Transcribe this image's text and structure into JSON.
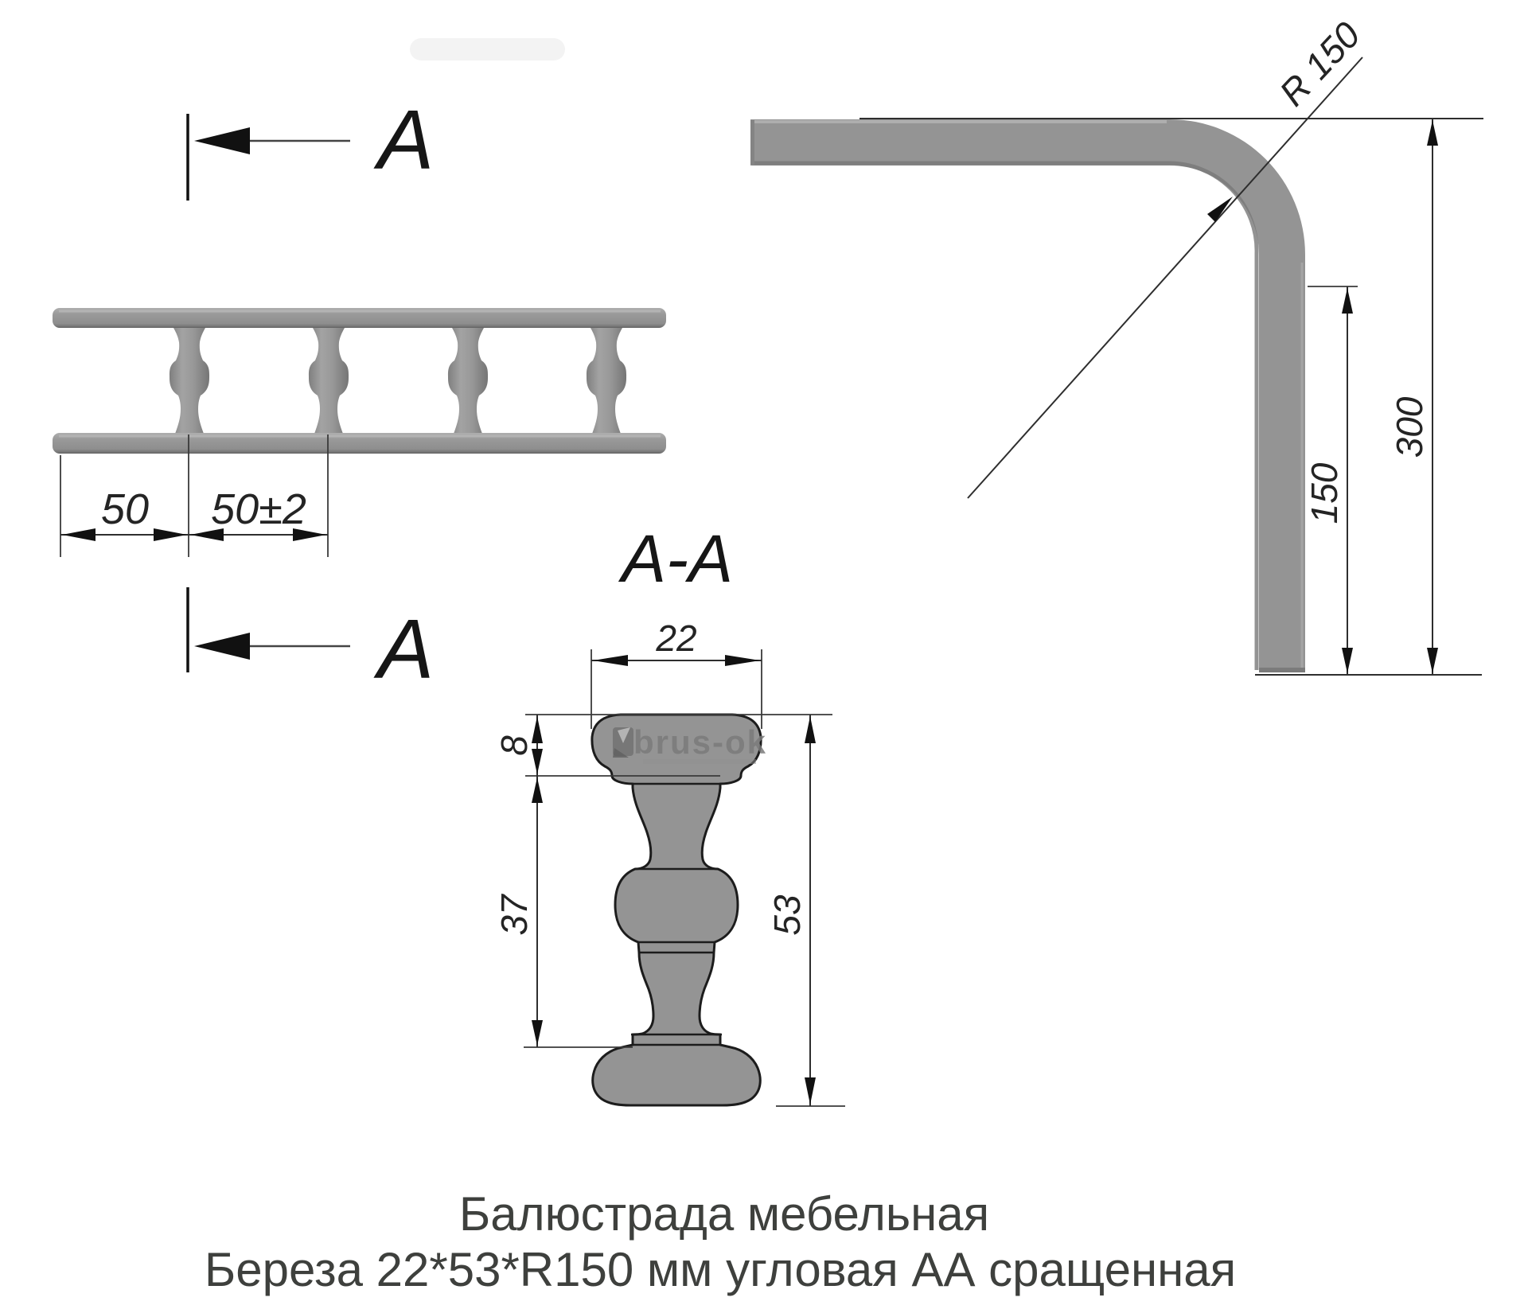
{
  "labels": {
    "section_arrow_top": "A",
    "section_arrow_bottom": "A",
    "section_view": "A-A"
  },
  "dimensions": {
    "end_offset": "50",
    "baluster_pitch": "50±2",
    "profile_width": "22",
    "cap_height": "8",
    "body_height": "37",
    "total_height": "53",
    "corner_radius": "R 150",
    "inner_leg_length": "150",
    "outer_leg_length": "300"
  },
  "watermark": {
    "brand": "brus-ok"
  },
  "title": {
    "line1": "Балюстрада мебельная",
    "line2": "Береза 22*53*R150 мм угловая АА сращенная"
  },
  "colors": {
    "part_gray": "#949494",
    "part_outline": "#1c1c1c",
    "dim_text": "#242424",
    "title_text": "#3e403d",
    "watermark_gray": "#7b7b7b"
  }
}
